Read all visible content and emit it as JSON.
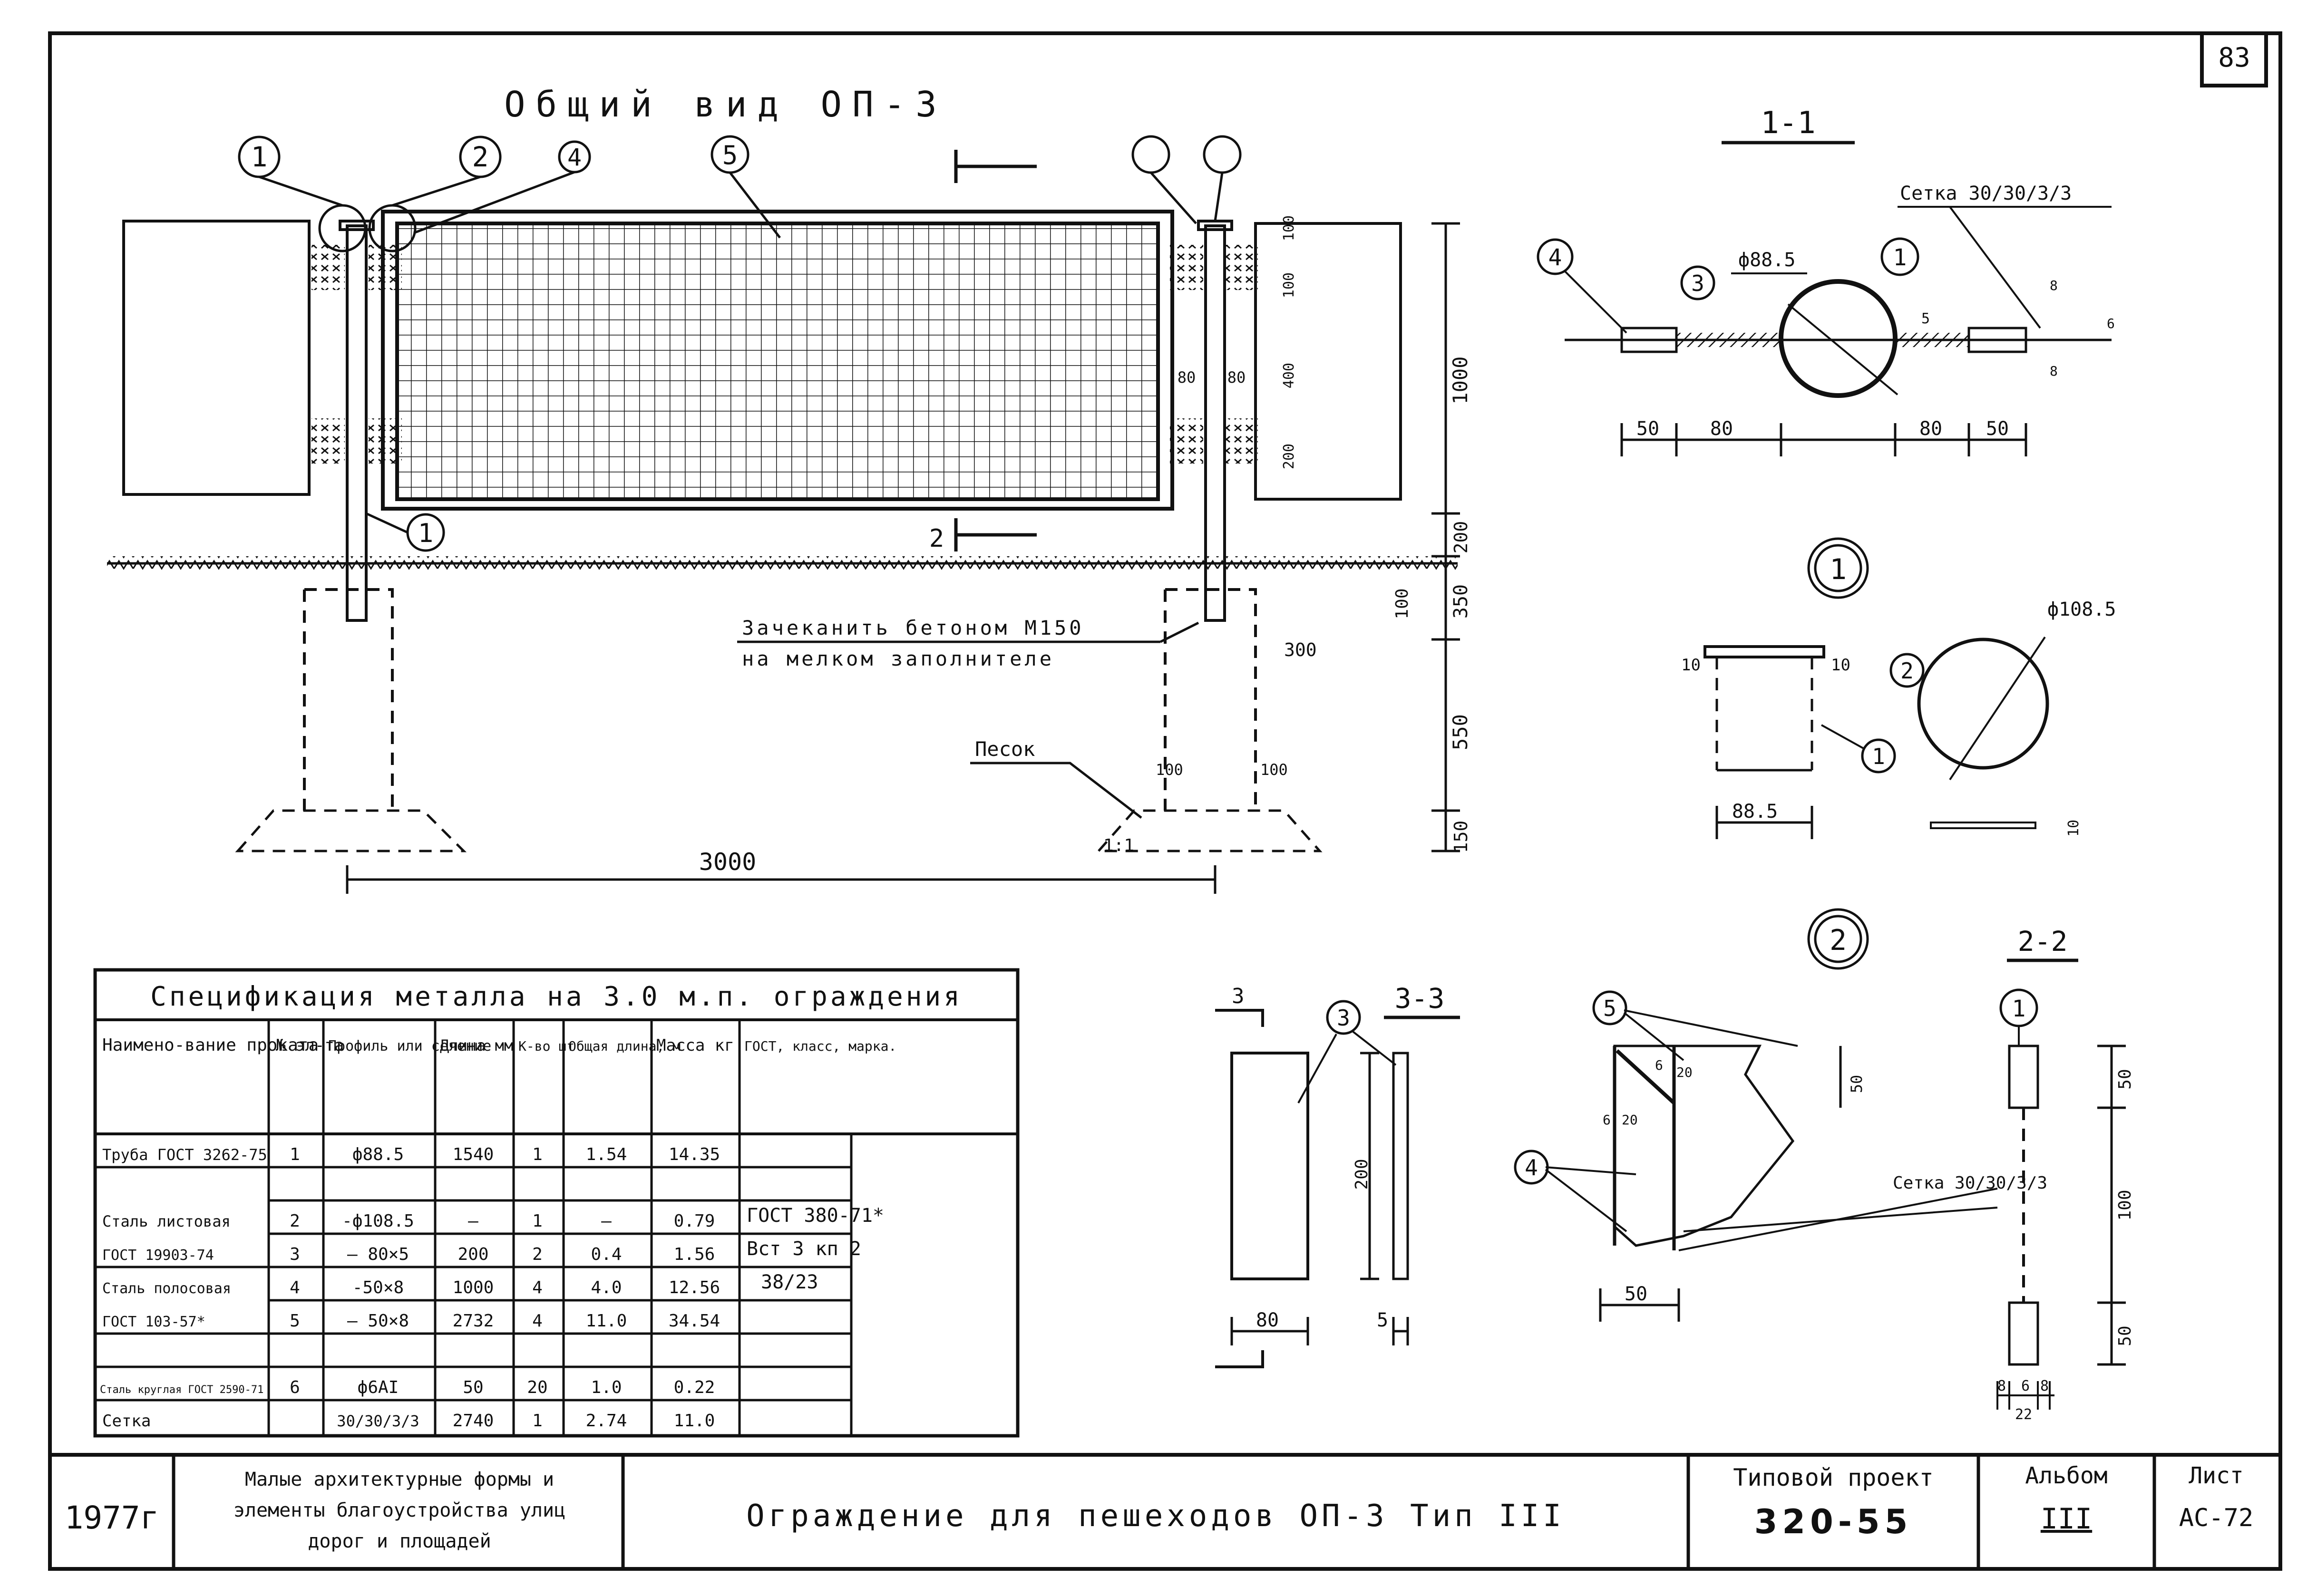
{
  "page_number": "83",
  "general_view": {
    "title": "Общий вид ОП-3",
    "callouts": [
      "1",
      "2",
      "4",
      "5",
      "1",
      "2"
    ],
    "grout_note_line1": "Зачеканить бетоном М150",
    "grout_note_line2": "на мелком заполнителе",
    "sand_label": "Песок",
    "slope_label": "1:1",
    "span_dim": "3000",
    "dims_right": [
      "1000",
      "200",
      "350",
      "550",
      "150",
      "100"
    ],
    "dims_panel": [
      "100",
      "100",
      "400",
      "200",
      "80",
      "80"
    ],
    "footing_dims": [
      "300",
      "100",
      "100"
    ]
  },
  "section_1_1": {
    "title": "1-1",
    "mesh_label": "Сетка 30/30/3/3",
    "pipe_dia": "ф88.5",
    "callouts": [
      "4",
      "3",
      "1"
    ],
    "dims": [
      "50",
      "80",
      "80",
      "50",
      "5",
      "8",
      "8",
      "6"
    ]
  },
  "node_1": {
    "marker": "1",
    "disk_dia": "ф108.5",
    "callouts": [
      "2",
      "1"
    ],
    "dims": [
      "10",
      "10",
      "88.5",
      "10"
    ]
  },
  "section_3_3": {
    "title": "3-3",
    "section_mark": "3",
    "callout": "3",
    "dims": [
      "200",
      "80",
      "5"
    ]
  },
  "node_2": {
    "marker": "2",
    "mesh_label": "Сетка 30/30/3/3",
    "callouts": [
      "5",
      "4"
    ],
    "dims": [
      "50",
      "20",
      "6",
      "20",
      "6",
      "50"
    ]
  },
  "section_2_2": {
    "title": "2-2",
    "callout": "1",
    "dims": [
      "50",
      "100",
      "50",
      "8",
      "6",
      "8",
      "22"
    ]
  },
  "spec_table": {
    "title": "Спецификация металла на 3.0 м.п. ограждения",
    "headers": [
      "Наимено-вание проката",
      "№ эл-та",
      "Профиль или сечение",
      "Длина мм",
      "К-во шт",
      "Общая длина, м",
      "Масса кг",
      "ГОСТ, класс, марка."
    ],
    "rows": [
      [
        "Труба ГОСТ 3262-75",
        "1",
        "ф88.5",
        "1540",
        "1",
        "1.54",
        "14.35"
      ],
      [
        "",
        "",
        "",
        "",
        "",
        "",
        ""
      ],
      [
        "Сталь листовая",
        "2",
        "-ф108.5",
        "—",
        "1",
        "—",
        "0.79"
      ],
      [
        "ГОСТ 19903-74",
        "3",
        "— 80×5",
        "200",
        "2",
        "0.4",
        "1.56"
      ],
      [
        "Сталь полосовая",
        "4",
        "-50×8",
        "1000",
        "4",
        "4.0",
        "12.56"
      ],
      [
        "ГОСТ 103-57*",
        "5",
        "— 50×8",
        "2732",
        "4",
        "11.0",
        "34.54"
      ],
      [
        "",
        "",
        "",
        "",
        "",
        "",
        ""
      ],
      [
        "Сталь круглая ГОСТ 2590-71",
        "6",
        "ф6AI",
        "50",
        "20",
        "1.0",
        "0.22"
      ],
      [
        "Сетка",
        "",
        "30/30/3/3",
        "2740",
        "1",
        "2.74",
        "11.0"
      ]
    ],
    "gost_note_1": "ГОСТ 380-71*",
    "gost_note_2": "Вст 3 кп 2",
    "gost_note_3": "38/23"
  },
  "title_block": {
    "year": "1977г",
    "org_line1": "Малые архитектурные формы и",
    "org_line2": "элементы благоустройства улиц",
    "org_line3": "дорог и площадей",
    "drawing_title": "Ограждение для пешеходов   ОП-3   Тип III",
    "project_label": "Типовой проект",
    "project_number": "320-55",
    "album_label": "Альбом",
    "album_value": "III",
    "sheet_label": "Лист",
    "sheet_value": "АС-72"
  }
}
